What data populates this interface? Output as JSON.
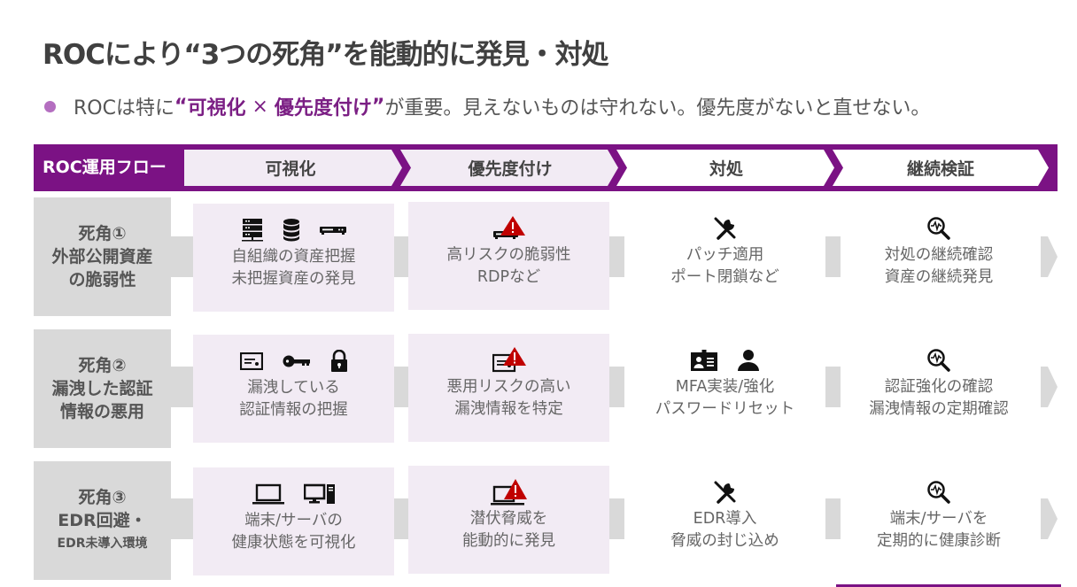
{
  "header": {
    "title": "ROCにより“3つの死角”を能動的に発見・対処",
    "bullet": {
      "prefix": "ROCは特に",
      "highlight_open": "“",
      "highlight_1": "可視化",
      "times": " × ",
      "highlight_2": "優先度付け",
      "highlight_close": "”",
      "suffix": "が重要。見えないものは守れない。優先度がないと直せない。"
    }
  },
  "colors": {
    "brand_purple": "#7b1284",
    "tint": "#f2ebf4",
    "gray": "#d9d9d9",
    "alert_red": "#c00000",
    "bullet": "#b46ec0"
  },
  "flow": {
    "label": "ROC運用フロー",
    "steps": [
      {
        "label": "可視化",
        "tinted": true
      },
      {
        "label": "優先度付け",
        "tinted": true
      },
      {
        "label": "対処",
        "tinted": false
      },
      {
        "label": "継続検証",
        "tinted": false
      }
    ]
  },
  "rows": [
    {
      "label_lines": [
        "死角①",
        "外部公開資産",
        "の脆弱性"
      ],
      "cells": [
        {
          "icons": [
            "server-icon",
            "database-icon",
            "router-icon"
          ],
          "lines": [
            "自組織の資産把握",
            "未把握資産の発見"
          ]
        },
        {
          "icons": [
            "router-alert-icon"
          ],
          "lines": [
            "高リスクの脆弱性",
            "RDPなど"
          ]
        },
        {
          "icons": [
            "tools-icon"
          ],
          "lines": [
            "パッチ適用",
            "ポート閉鎖など"
          ]
        },
        {
          "icons": [
            "magnify-pulse-icon"
          ],
          "lines": [
            "対処の継続確認",
            "資産の継続発見"
          ]
        }
      ]
    },
    {
      "label_lines": [
        "死角②",
        "漏洩した認証",
        "情報の悪用"
      ],
      "cells": [
        {
          "icons": [
            "credential-card-icon",
            "key-icon",
            "lock-icon"
          ],
          "lines": [
            "漏洩している",
            "認証情報の把握"
          ]
        },
        {
          "icons": [
            "credential-alert-icon"
          ],
          "lines": [
            "悪用リスクの高い",
            "漏洩情報を特定"
          ]
        },
        {
          "icons": [
            "id-badge-icon",
            "user-icon"
          ],
          "lines": [
            "MFA実装/強化",
            "パスワードリセット"
          ]
        },
        {
          "icons": [
            "magnify-pulse-icon"
          ],
          "lines": [
            "認証強化の確認",
            "漏洩情報の定期確認"
          ]
        }
      ]
    },
    {
      "label_lines": [
        "死角③",
        "EDR回避・",
        "EDR未導入環境"
      ],
      "cells": [
        {
          "icons": [
            "laptop-icon",
            "desktop-icon"
          ],
          "lines": [
            "端末/サーバの",
            "健康状態を可視化"
          ]
        },
        {
          "icons": [
            "laptop-alert-icon"
          ],
          "lines": [
            "潜伏脅威を",
            "能動的に発見"
          ]
        },
        {
          "icons": [
            "tools-icon"
          ],
          "lines": [
            "EDR導入",
            "脅威の封じ込め"
          ]
        },
        {
          "icons": [
            "magnify-pulse-icon"
          ],
          "lines": [
            "端末/サーバを",
            "定期的に健康診断"
          ]
        }
      ]
    }
  ]
}
